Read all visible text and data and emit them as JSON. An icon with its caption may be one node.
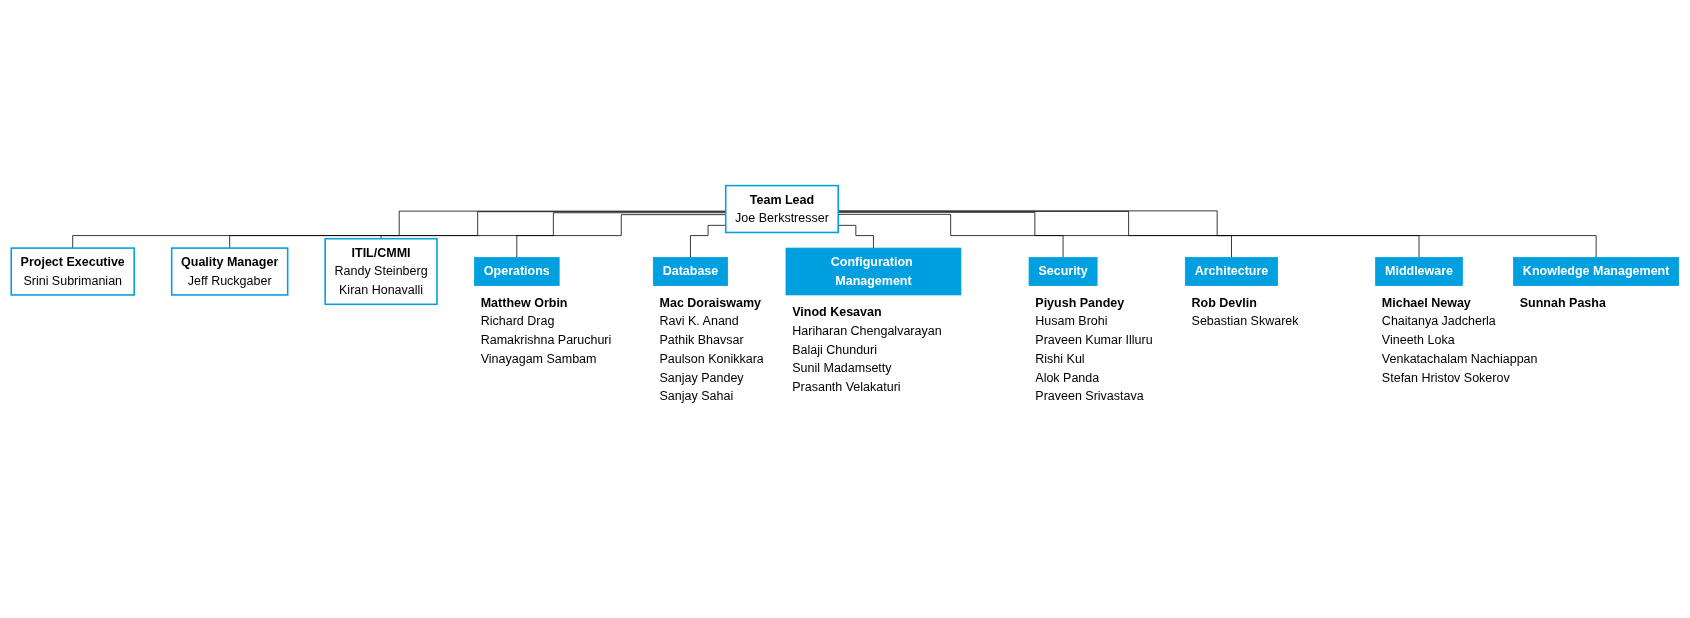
{
  "diagram": {
    "nodes": [
      {
        "text": [
          "Team Lead",
          "Joe Berkstresser"
        ]
      },
      {
        "text": [
          "Project Executive",
          "Srini Subrimanian"
        ]
      },
      {
        "text": [
          "Quality Manager",
          "Jeff Ruckgaber"
        ]
      },
      {
        "text": [
          "ITIL/CMMI",
          "Randy Steinberg",
          "Kiran Honavalli"
        ]
      },
      {
        "text": [
          "Operations"
        ],
        "beside": [
          "Matthew Orbin",
          "Richard Drag",
          "Ramakrishna Paruchuri",
          "Vinayagam Sambam"
        ]
      },
      {
        "text": [
          "Database"
        ],
        "beside": [
          "Mac Doraiswamy",
          "Ravi K. Anand",
          "Pathik Bhavsar",
          "Paulson Konikkara",
          "Sanjay Pandey",
          "Sanjay Sahai"
        ]
      },
      {
        "text": [
          "Configuration Management"
        ],
        "beside": [
          "Vinod Kesavan",
          "Hariharan Chengalvarayan",
          "Balaji Chunduri",
          "Sunil Madamsetty",
          "Prasanth Velakaturi"
        ]
      },
      {
        "text": [
          "Security"
        ],
        "beside": [
          "Piyush Pandey",
          "Husam Brohi",
          "Praveen Kumar Illuru",
          "Rishi Kul",
          "Alok Panda",
          "Praveen Srivastava"
        ]
      },
      {
        "text": [
          "Architecture"
        ],
        "beside": [
          "Rob Devlin",
          "Sebastian Skwarek"
        ]
      },
      {
        "text": [
          "Middleware"
        ],
        "beside": [
          "Michael Neway",
          "Chaitanya Jadcherla",
          "Vineeth Loka",
          "Venkatachalam Nachiappan",
          "Stefan Hristov Sokerov"
        ]
      },
      {
        "text": [
          "Knowledge Management"
        ],
        "beside": [
          "Sunnah Pasha"
        ]
      }
    ],
    "edges": [
      {
        "from": 0,
        "to": 1,
        "arrow": "none"
      },
      {
        "from": 0,
        "to": 2,
        "arrow": "none"
      },
      {
        "from": 0,
        "to": 3,
        "arrow": "none"
      },
      {
        "from": 0,
        "to": 4,
        "arrow": "none"
      },
      {
        "from": 0,
        "to": 5,
        "arrow": "none"
      },
      {
        "from": 0,
        "to": 6,
        "arrow": "none"
      },
      {
        "from": 0,
        "to": 7,
        "arrow": "none"
      },
      {
        "from": 0,
        "to": 8,
        "arrow": "none"
      },
      {
        "from": 0,
        "to": 9,
        "arrow": "none"
      },
      {
        "from": 0,
        "to": 10,
        "arrow": "none"
      }
    ]
  }
}
